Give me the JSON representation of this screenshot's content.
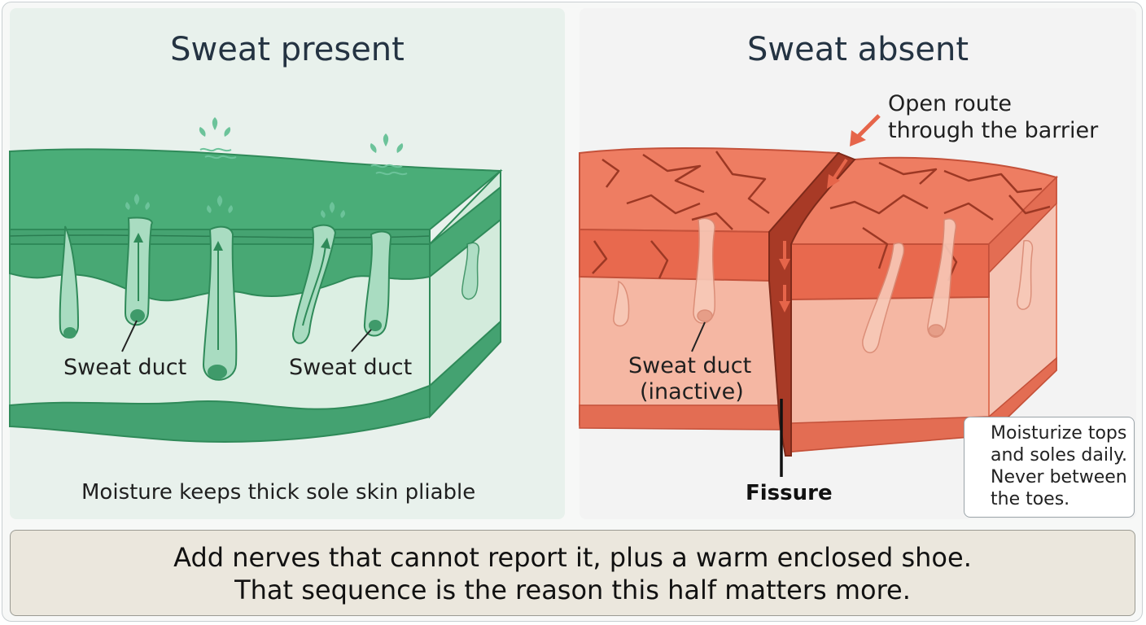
{
  "left_panel": {
    "title": "Sweat present",
    "duct_label_1": "Sweat duct",
    "duct_label_2": "Sweat duct",
    "caption": "Moisture keeps thick sole skin pliable",
    "skin_color": "#3fa36b"
  },
  "right_panel": {
    "title": "Sweat absent",
    "route_label_line1": "Open route",
    "route_label_line2": "through the barrier",
    "duct_label_line1": "Sweat duct",
    "duct_label_line2": "(inactive)",
    "fissure_label": "Fissure",
    "skin_color": "#e8765a"
  },
  "tip": {
    "icon": "droplet-icon",
    "text_line1": "Moisturize tops",
    "text_line2": "and soles daily.",
    "text_line3": "Never between",
    "text_line4": "the toes."
  },
  "banner": {
    "line1": "Add nerves that cannot report it, plus a warm enclosed shoe.",
    "line2": "That sequence is the reason this half matters more."
  }
}
